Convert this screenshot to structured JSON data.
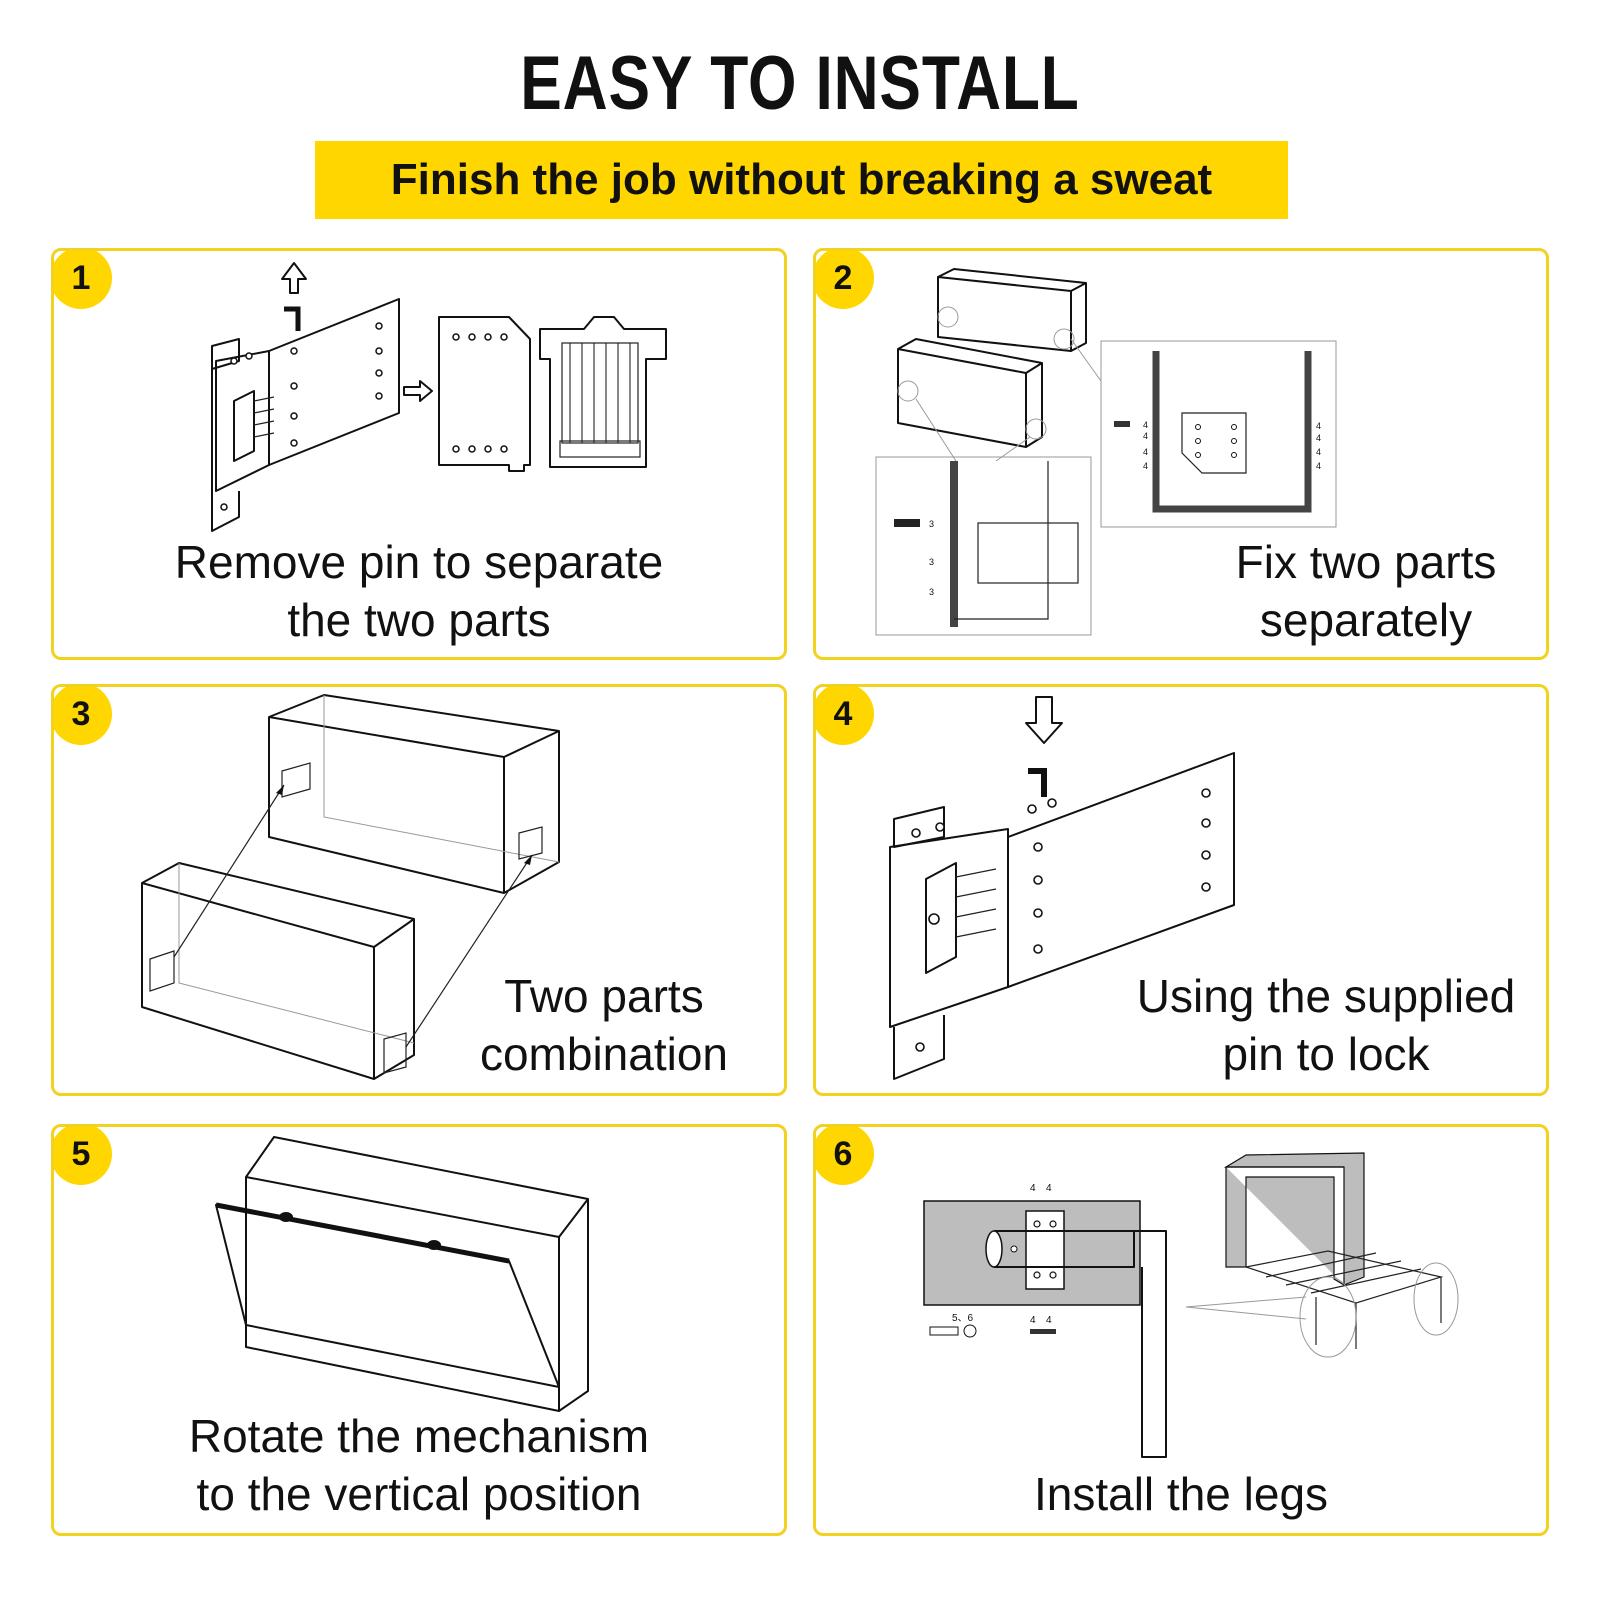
{
  "header": {
    "title": "EASY TO INSTALL",
    "subtitle": "Finish the job without breaking a sweat"
  },
  "colors": {
    "accent": "#FFD600",
    "panel_border": "#F2D21E",
    "text": "#111111"
  },
  "steps": [
    {
      "number": "1",
      "caption_line1": "Remove pin to separate",
      "caption_line2": "the two parts"
    },
    {
      "number": "2",
      "caption_line1": "Fix two parts",
      "caption_line2": "separately",
      "labels": {
        "a": "4",
        "b": "3"
      }
    },
    {
      "number": "3",
      "caption_line1": "Two parts",
      "caption_line2": "combination"
    },
    {
      "number": "4",
      "caption_line1": "Using the supplied",
      "caption_line2": "pin to lock"
    },
    {
      "number": "5",
      "caption_line1": "Rotate the mechanism",
      "caption_line2": "to the vertical position"
    },
    {
      "number": "6",
      "caption_line1": "Install the legs",
      "labels": {
        "a": "4",
        "b": "5、6"
      }
    }
  ]
}
